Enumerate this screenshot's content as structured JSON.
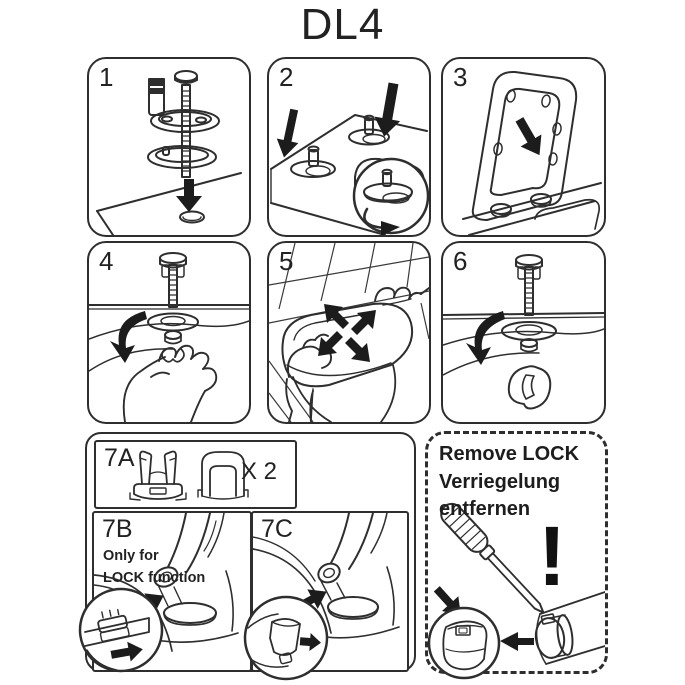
{
  "title": "DL4",
  "colors": {
    "background": "#ffffff",
    "line": "#2e2e2e",
    "arrow_fill": "#1c1c1c"
  },
  "steps": {
    "s1": "1",
    "s2": "2",
    "s3": "3",
    "s4": "4",
    "s5": "5",
    "s6": "6",
    "s7a": "7A",
    "s7b": "7B",
    "s7c": "7C"
  },
  "labels": {
    "quantity": "X 2",
    "only_for": "Only for",
    "lock_function": "LOCK function",
    "remove_lock_en": "Remove LOCK",
    "remove_lock_de1": "Verriegelung",
    "remove_lock_de2": "entfernen",
    "warning_mark": "!"
  },
  "icons": {
    "down-arrow-icon": "▼",
    "push-arrow-icon": "➤",
    "remove-arrow-icon": "◀",
    "rotate-arrow-icon": "↻",
    "adjust-arrows-icon": "✥",
    "screwdriver-icon": "slanted screwdriver",
    "exclamation-icon": "!"
  }
}
